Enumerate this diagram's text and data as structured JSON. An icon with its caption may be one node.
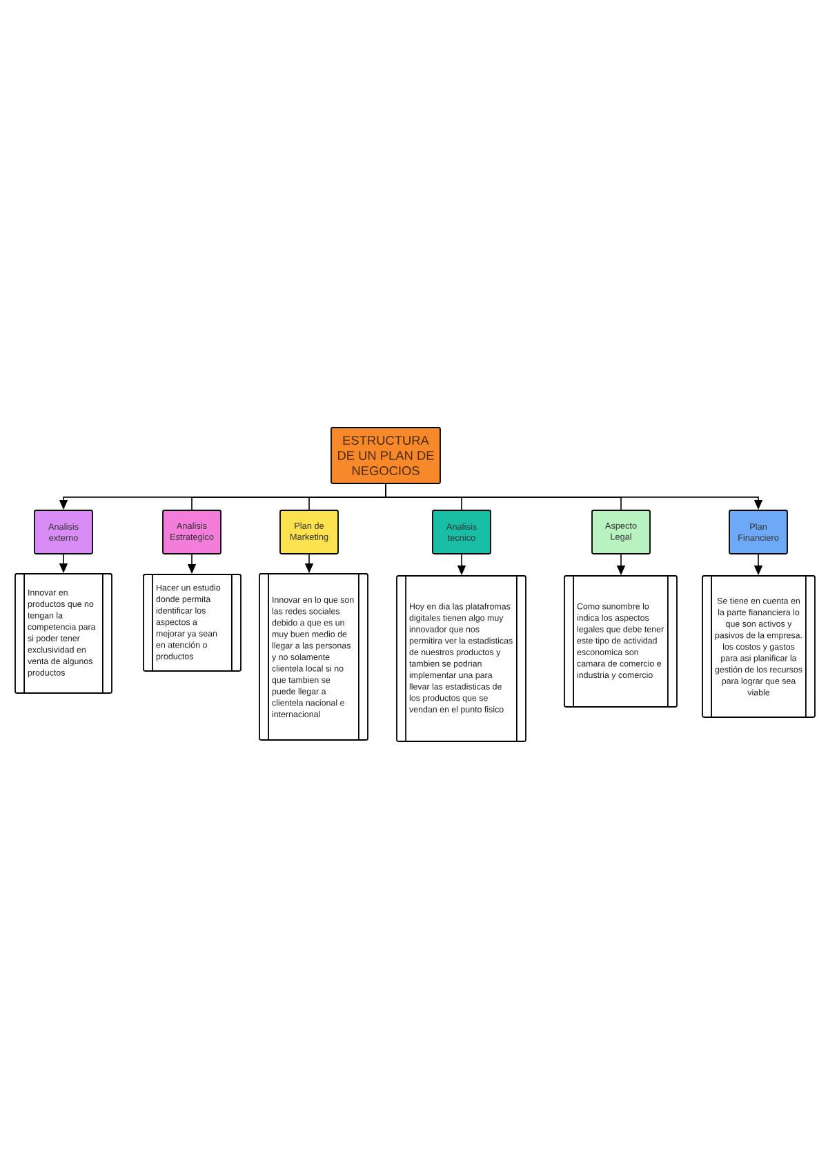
{
  "diagram": {
    "nodes": [
      {
        "text": [
          "ESTRUCTURA DE UN PLAN DE NEGOCIOS"
        ]
      },
      {
        "text": [
          "Analisis externo"
        ]
      },
      {
        "text": [
          "Analisis Estrategico"
        ]
      },
      {
        "text": [
          "Plan de Marketing"
        ]
      },
      {
        "text": [
          "Analisis tecnico"
        ]
      },
      {
        "text": [
          "Aspecto Legal"
        ]
      },
      {
        "text": [
          "Plan Financiero"
        ]
      },
      {
        "text": [
          "Innovar en productos que no tengan la competencia para si poder tener exclusividad en venta de algunos productos"
        ]
      },
      {
        "text": [
          "Hacer un estudio donde permita identificar los aspectos a mejorar ya sean en atención o productos"
        ]
      },
      {
        "text": [
          "Innovar en lo que son las redes sociales debido a que es un muy buen medio de llegar a las personas y no solamente clientela local si no que tambien se puede llegar a clientela nacional e internacional"
        ]
      },
      {
        "text": [
          "Hoy en dia las platafromas digitales tienen algo muy innovador que nos permitira ver la estadisticas de nuestros productos y tambien se podrian implementar una para llevar las estadisticas de los productos que se vendan en el punto fisico"
        ]
      },
      {
        "text": [
          "Como sunombre lo indica los aspectos legales que debe tener este tipo de actividad esconomica son camara de comercio e industria y comercio"
        ]
      },
      {
        "text": [
          "Se tiene en cuenta en la parte fiananciera lo que son activos y pasivos de la empresa. los costos y gastos para asi planificar la gestión de los recursos para lograr que sea viable"
        ]
      }
    ],
    "edges": [
      {
        "from": 0,
        "to": 1,
        "arrow": "to"
      },
      {
        "from": 0,
        "to": 2,
        "arrow": "none"
      },
      {
        "from": 0,
        "to": 3,
        "arrow": "none"
      },
      {
        "from": 0,
        "to": 4,
        "arrow": "none"
      },
      {
        "from": 0,
        "to": 5,
        "arrow": "none"
      },
      {
        "from": 0,
        "to": 6,
        "arrow": "to"
      },
      {
        "from": 1,
        "to": 7,
        "arrow": "to"
      },
      {
        "from": 2,
        "to": 8,
        "arrow": "to"
      },
      {
        "from": 3,
        "to": 9,
        "arrow": "to"
      },
      {
        "from": 4,
        "to": 10,
        "arrow": "to"
      },
      {
        "from": 5,
        "to": 11,
        "arrow": "to"
      },
      {
        "from": 6,
        "to": 12,
        "arrow": "to"
      }
    ]
  }
}
